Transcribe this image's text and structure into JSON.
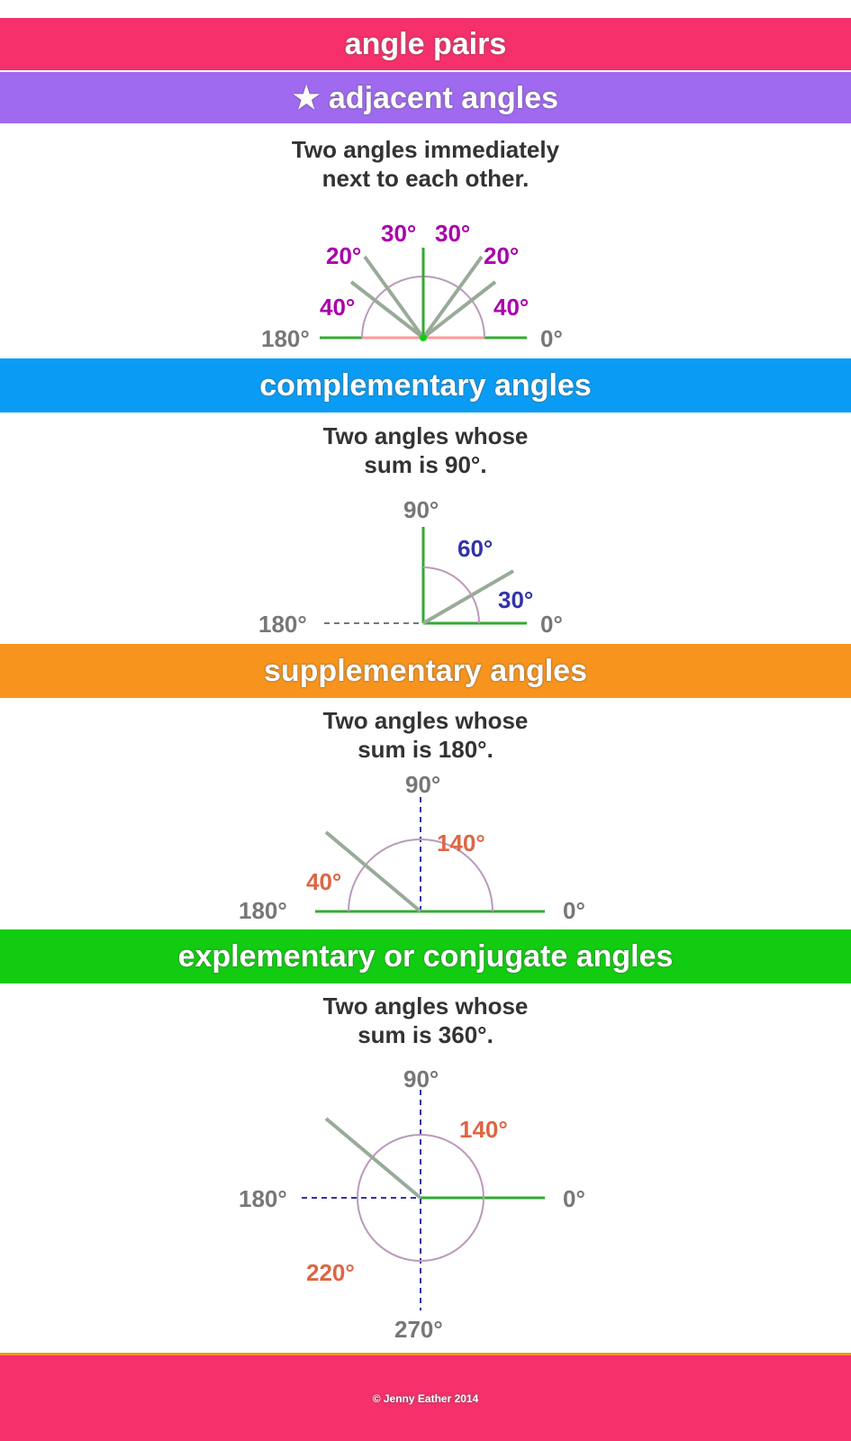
{
  "title": "angle pairs",
  "colors": {
    "title": "#f5306a",
    "adjacent": "#a06af0",
    "complementary": "#0a9cf5",
    "supplementary": "#f7941d",
    "explementary": "#11cc11",
    "footer": "#f5306a"
  },
  "sections": {
    "adjacent": {
      "heading": "★ adjacent angles",
      "desc1": "Two angles immediately",
      "desc2": "next to each other.",
      "labels": {
        "l180": "180°",
        "l0": "0°",
        "a40l": "40°",
        "a20l": "20°",
        "a30l": "30°",
        "a30r": "30°",
        "a20r": "20°",
        "a40r": "40°"
      }
    },
    "complementary": {
      "heading": "complementary angles",
      "desc1": "Two angles whose",
      "desc2": "sum is 90°.",
      "labels": {
        "l90": "90°",
        "l60": "60°",
        "l30": "30°",
        "l180": "180°",
        "l0": "0°"
      }
    },
    "supplementary": {
      "heading": "supplementary angles",
      "desc1": "Two angles whose",
      "desc2": "sum is 180°.",
      "labels": {
        "l90": "90°",
        "l140": "140°",
        "l40": "40°",
        "l180": "180°",
        "l0": "0°"
      }
    },
    "explementary": {
      "heading": "explementary or conjugate angles",
      "desc1": "Two angles whose",
      "desc2": "sum is 360°.",
      "labels": {
        "l90": "90°",
        "l140": "140°",
        "l180": "180°",
        "l0": "0°",
        "l220": "220°",
        "l270": "270°"
      }
    }
  },
  "footer": "© Jenny Eather 2014"
}
